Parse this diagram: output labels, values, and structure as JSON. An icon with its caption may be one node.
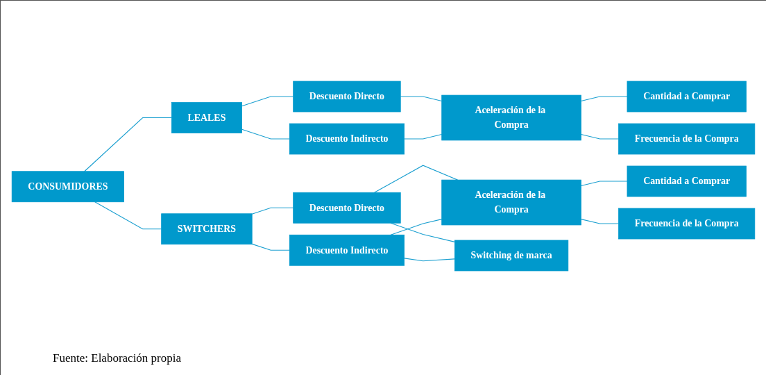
{
  "diagram": {
    "caption": "Fuente: Elaboración propia",
    "nodes": [
      {
        "text": [
          "CONSUMIDORES"
        ]
      },
      {
        "text": [
          "LEALES"
        ]
      },
      {
        "text": [
          "SWITCHERS"
        ]
      },
      {
        "text": [
          "Descuento Directo"
        ]
      },
      {
        "text": [
          "Descuento Indirecto"
        ]
      },
      {
        "text": [
          "Aceleración de la Compra"
        ]
      },
      {
        "text": [
          "Cantidad a Comprar"
        ]
      },
      {
        "text": [
          "Frecuencia de la Compra"
        ]
      },
      {
        "text": [
          "Descuento Directo"
        ]
      },
      {
        "text": [
          "Descuento Indirecto"
        ]
      },
      {
        "text": [
          "Aceleración de la Compra"
        ]
      },
      {
        "text": [
          "Switching de marca"
        ]
      },
      {
        "text": [
          "Cantidad a Comprar"
        ]
      },
      {
        "text": [
          "Frecuencia de la Compra"
        ]
      }
    ],
    "edges": [
      {
        "from": 0,
        "to": 1,
        "arrow": "none"
      },
      {
        "from": 0,
        "to": 2,
        "arrow": "none"
      },
      {
        "from": 1,
        "to": 3,
        "arrow": "none"
      },
      {
        "from": 1,
        "to": 4,
        "arrow": "none"
      },
      {
        "from": 3,
        "to": 5,
        "arrow": "none"
      },
      {
        "from": 4,
        "to": 5,
        "arrow": "none"
      },
      {
        "from": 5,
        "to": 6,
        "arrow": "none"
      },
      {
        "from": 5,
        "to": 7,
        "arrow": "none"
      },
      {
        "from": 2,
        "to": 8,
        "arrow": "none"
      },
      {
        "from": 2,
        "to": 9,
        "arrow": "none"
      },
      {
        "from": 8,
        "to": 10,
        "arrow": "none"
      },
      {
        "from": 8,
        "to": 11,
        "arrow": "none"
      },
      {
        "from": 9,
        "to": 10,
        "arrow": "none"
      },
      {
        "from": 9,
        "to": 11,
        "arrow": "none"
      },
      {
        "from": 10,
        "to": 12,
        "arrow": "none"
      },
      {
        "from": 10,
        "to": 13,
        "arrow": "none"
      }
    ]
  }
}
